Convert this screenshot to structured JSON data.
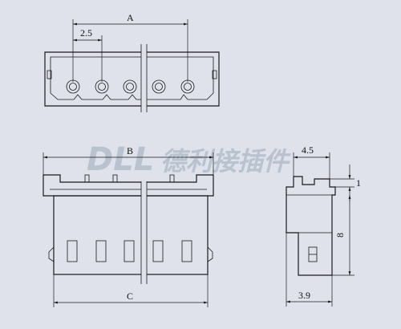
{
  "watermark": {
    "brand": "DLL",
    "name": "德利接插件"
  },
  "dimensions": {
    "a": "A",
    "pitch": "2.5",
    "b": "B",
    "c": "C",
    "side_top": "4.5",
    "side_right_small": "1",
    "side_height": "8",
    "side_bottom": "3.9"
  },
  "colors": {
    "background": "#dfe2ea",
    "line": "#1a1a1a",
    "watermark": "#b9c2cf"
  }
}
